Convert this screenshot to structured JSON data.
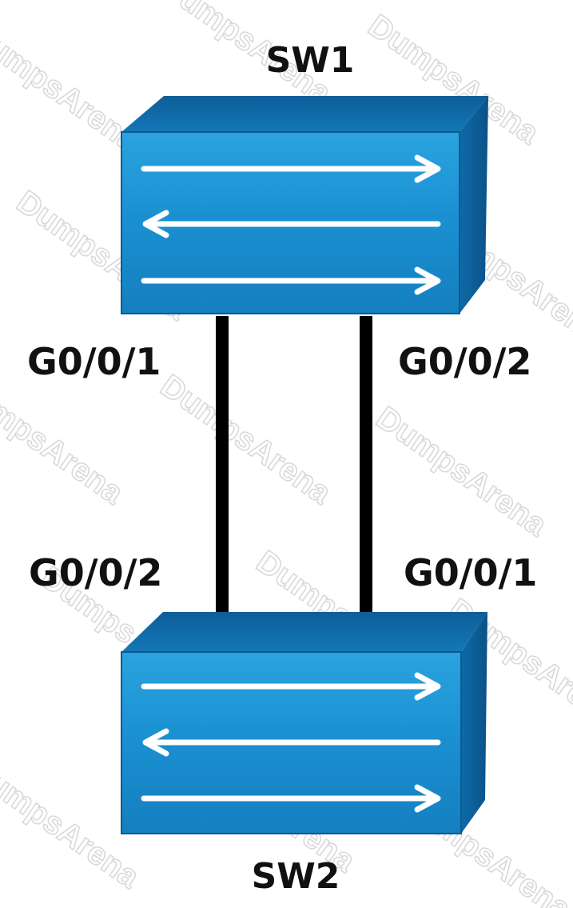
{
  "switches": {
    "top": {
      "name": "SW1"
    },
    "bottom": {
      "name": "SW2"
    }
  },
  "links": [
    {
      "from_port": "G0/0/1",
      "to_port": "G0/0/2"
    },
    {
      "from_port": "G0/0/2",
      "to_port": "G0/0/1"
    }
  ],
  "watermark": "DumpsArena",
  "colors": {
    "switch_front": "#1a8fd0",
    "switch_top": "#0f6aa8",
    "switch_side": "#0e5f98",
    "arrow": "#ffffff",
    "cable": "#000000",
    "label": "#111111"
  }
}
